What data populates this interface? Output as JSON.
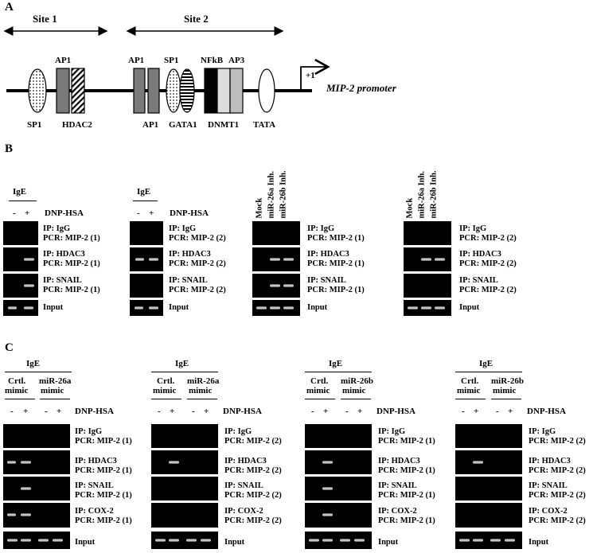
{
  "panel_a": {
    "letter": "A",
    "site1": "Site 1",
    "site2": "Site 2",
    "plus1": "+1",
    "promoter": "MIP-2 promoter",
    "labels_above": [
      "AP1",
      "AP1",
      "SP1",
      "NFkB",
      "AP3"
    ],
    "labels_below": [
      "SP1",
      "HDAC2",
      "AP1",
      "GATA1",
      "DNMT1",
      "TATA"
    ]
  },
  "panel_b": {
    "letter": "B",
    "ige": "IgE",
    "minus": "-",
    "plus": "+",
    "dnp": "DNP-HSA",
    "lanes": [
      "Mock",
      "miR-26a Inh.",
      "miR-26b Inh."
    ],
    "blocks": [
      {
        "rows": [
          {
            "l1": "IP: IgG",
            "l2": "PCR: MIP-2 (1)"
          },
          {
            "l1": "IP: HDAC3",
            "l2": "PCR: MIP-2 (1)"
          },
          {
            "l1": "IP: SNAIL",
            "l2": "PCR: MIP-2 (1)"
          },
          {
            "l1": "Input",
            "l2": ""
          }
        ]
      },
      {
        "rows": [
          {
            "l1": "IP: IgG",
            "l2": "PCR: MIP-2 (2)"
          },
          {
            "l1": "IP: HDAC3",
            "l2": "PCR: MIP-2 (2)"
          },
          {
            "l1": "IP: SNAIL",
            "l2": "PCR: MIP-2 (2)"
          },
          {
            "l1": "Input",
            "l2": ""
          }
        ]
      },
      {
        "rows": [
          {
            "l1": "IP: IgG",
            "l2": "PCR: MIP-2 (1)"
          },
          {
            "l1": "IP: HDAC3",
            "l2": "PCR: MIP-2 (1)"
          },
          {
            "l1": "IP: SNAIL",
            "l2": "PCR: MIP-2 (1)"
          },
          {
            "l1": "Input",
            "l2": ""
          }
        ]
      },
      {
        "rows": [
          {
            "l1": "IP: IgG",
            "l2": "PCR: MIP-2 (2)"
          },
          {
            "l1": "IP: HDAC3",
            "l2": "PCR: MIP-2 (2)"
          },
          {
            "l1": "IP: SNAIL",
            "l2": "PCR: MIP-2 (2)"
          },
          {
            "l1": "Input",
            "l2": ""
          }
        ]
      }
    ]
  },
  "panel_c": {
    "letter": "C",
    "ige": "IgE",
    "dnp": "DNP-HSA",
    "minus": "-",
    "plus": "+",
    "blocks": [
      {
        "ctrl1": "Crtl.",
        "ctrl2": "mimic",
        "mir1": "miR-26a",
        "mir2": "mimic",
        "rows": [
          {
            "l1": "IP: IgG",
            "l2": "PCR: MIP-2 (1)"
          },
          {
            "l1": "IP: HDAC3",
            "l2": "PCR: MIP-2 (1)"
          },
          {
            "l1": "IP: SNAIL",
            "l2": "PCR: MIP-2 (1)"
          },
          {
            "l1": "IP: COX-2",
            "l2": "PCR: MIP-2 (1)"
          },
          {
            "l1": "Input",
            "l2": ""
          }
        ]
      },
      {
        "ctrl1": "Crtl.",
        "ctrl2": "mimic",
        "mir1": "miR-26a",
        "mir2": "mimic",
        "rows": [
          {
            "l1": "IP: IgG",
            "l2": "PCR: MIP-2 (2)"
          },
          {
            "l1": "IP: HDAC3",
            "l2": "PCR: MIP-2 (2)"
          },
          {
            "l1": "IP: SNAIL",
            "l2": "PCR: MIP-2 (2)"
          },
          {
            "l1": "IP: COX-2",
            "l2": "PCR: MIP-2 (2)"
          },
          {
            "l1": "Input",
            "l2": ""
          }
        ]
      },
      {
        "ctrl1": "Crtl.",
        "ctrl2": "mimic",
        "mir1": "miR-26b",
        "mir2": "mimic",
        "rows": [
          {
            "l1": "IP: IgG",
            "l2": "PCR: MIP-2 (1)"
          },
          {
            "l1": "IP: HDAC3",
            "l2": "PCR: MIP-2 (1)"
          },
          {
            "l1": "IP: SNAIL",
            "l2": "PCR: MIP-2 (1)"
          },
          {
            "l1": "IP: COX-2",
            "l2": "PCR: MIP-2 (1)"
          },
          {
            "l1": "Input",
            "l2": ""
          }
        ]
      },
      {
        "ctrl1": "Crtl.",
        "ctrl2": "mimic",
        "mir1": "miR-26b",
        "mir2": "mimic",
        "rows": [
          {
            "l1": "IP: IgG",
            "l2": "PCR: MIP-2 (2)"
          },
          {
            "l1": "IP: HDAC3",
            "l2": "PCR: MIP-2 (2)"
          },
          {
            "l1": "IP: SNAIL",
            "l2": "PCR: MIP-2 (2)"
          },
          {
            "l1": "IP: COX-2",
            "l2": "PCR: MIP-2 (2)"
          },
          {
            "l1": "Input",
            "l2": ""
          }
        ]
      }
    ]
  }
}
